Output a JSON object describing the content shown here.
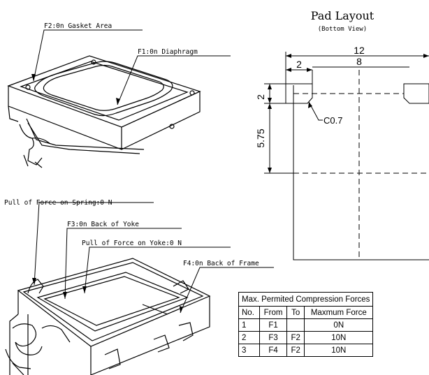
{
  "labels": {
    "gasket": "F2:0n Gasket Area",
    "diaphragm": "F1:0n Diaphragm",
    "spring": "Pull of Force on Spring:0 N",
    "yoke_back": "F3:0n Back of Yoke",
    "yoke_pull": "Pull of Force on Yoke:0 N",
    "frame_back": "F4:0n Back of Frame"
  },
  "pad_layout": {
    "title": "Pad Layout",
    "subtitle": "(Bottom View)",
    "dim_total_width": "12",
    "dim_pad_width": "2",
    "dim_inner_width": "8",
    "dim_pad_height": "2",
    "dim_center_height": "5.75",
    "chamfer": "C0.7"
  },
  "forces_table": {
    "caption": "Max. Permited Compression Forces",
    "headers": [
      "No.",
      "From",
      "To",
      "Maxmum Force"
    ],
    "rows": [
      [
        "1",
        "F1",
        "",
        "0N"
      ],
      [
        "2",
        "F3",
        "F2",
        "10N"
      ],
      [
        "3",
        "F4",
        "F2",
        "10N"
      ]
    ]
  }
}
